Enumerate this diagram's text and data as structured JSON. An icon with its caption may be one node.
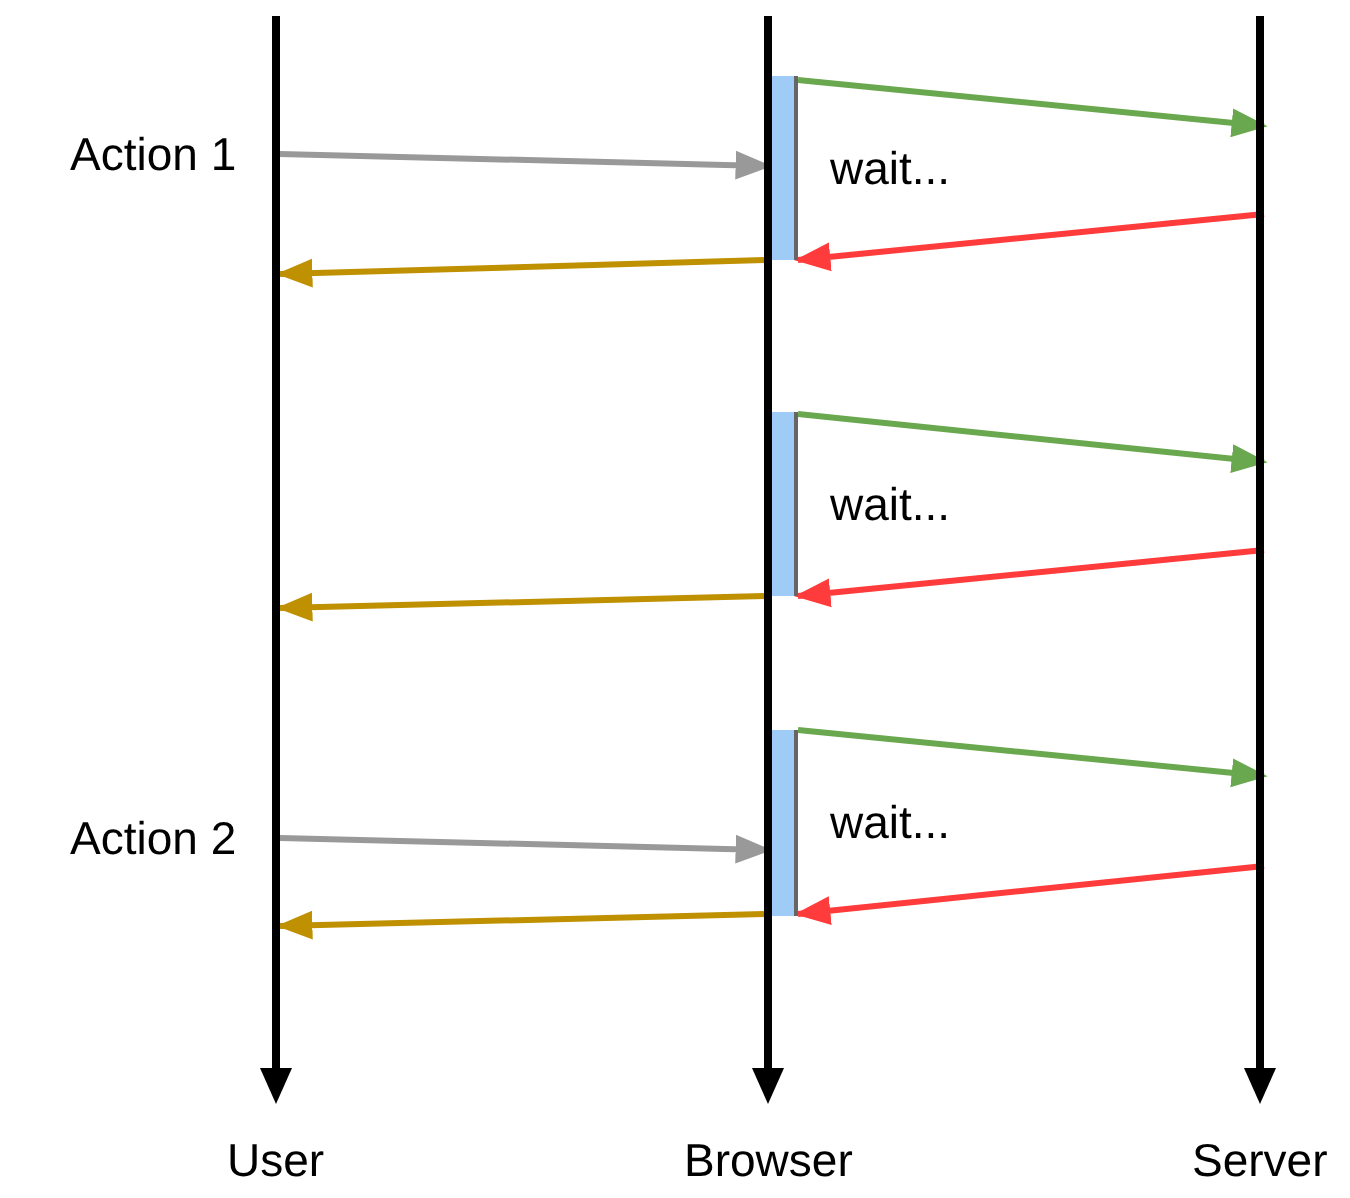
{
  "diagram": {
    "nodes": [
      {
        "text": [
          "User"
        ]
      },
      {
        "text": [
          "Browser"
        ]
      },
      {
        "text": [
          "Server"
        ]
      },
      {
        "text": [],
        "shape": "bar",
        "in": 1
      },
      {
        "text": [],
        "shape": "bar",
        "in": 1
      },
      {
        "text": [],
        "shape": "bar",
        "in": 1
      }
    ],
    "edges": [
      {
        "from": 3,
        "to": 2,
        "arrow": "to",
        "color": "#6aa84f"
      },
      {
        "from": 0,
        "to": 3,
        "arrow": "to",
        "color": "#999999",
        "label": "Action 1"
      },
      {
        "from": 2,
        "to": 3,
        "arrow": "to",
        "color": "#ff3b3b"
      },
      {
        "from": 3,
        "to": 0,
        "arrow": "to",
        "color": "#bf9000"
      },
      {
        "from": 4,
        "to": 2,
        "arrow": "to",
        "color": "#6aa84f"
      },
      {
        "from": 2,
        "to": 4,
        "arrow": "to",
        "color": "#ff3b3b"
      },
      {
        "from": 4,
        "to": 0,
        "arrow": "to",
        "color": "#bf9000"
      },
      {
        "from": 5,
        "to": 2,
        "arrow": "to",
        "color": "#6aa84f"
      },
      {
        "from": 0,
        "to": 5,
        "arrow": "to",
        "color": "#999999",
        "label": "Action 2"
      },
      {
        "from": 2,
        "to": 5,
        "arrow": "to",
        "color": "#ff3b3b"
      },
      {
        "from": 5,
        "to": 0,
        "arrow": "to",
        "color": "#bf9000"
      }
    ],
    "labels": [
      "wait...",
      "wait...",
      "wait..."
    ]
  }
}
